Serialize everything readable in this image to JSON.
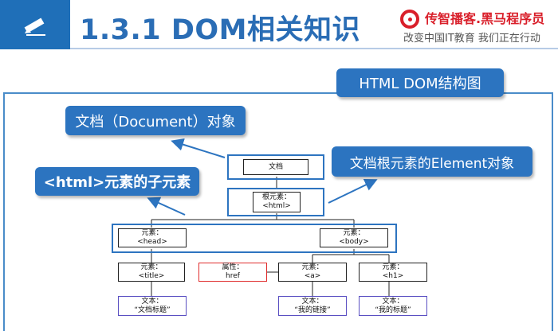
{
  "header": {
    "title": "1.3.1  DOM相关知识",
    "icon": "pencil-icon",
    "accent": "#1f6fb8"
  },
  "brand": {
    "name": "传智播客.黑马程序员",
    "tagline": "改变中国IT教育 我们正在行动",
    "color": "#d91f2a"
  },
  "tags": {
    "diagram_title": "HTML DOM结构图",
    "document_object": "文档（Document）对象",
    "html_children": "<html>元素的子元素",
    "root_element_object": "文档根元素的Element对象"
  },
  "tree": {
    "document": "文档",
    "root": {
      "line1": "根元素：",
      "line2": "<html>"
    },
    "head": {
      "line1": "元素：",
      "line2": "<head>"
    },
    "body": {
      "line1": "元素：",
      "line2": "<body>"
    },
    "title": {
      "line1": "元素：",
      "line2": "<title>"
    },
    "attribute": {
      "line1": "属性：",
      "line2": "href"
    },
    "a": {
      "line1": "元素：",
      "line2": "<a>"
    },
    "h1": {
      "line1": "元素：",
      "line2": "<h1>"
    },
    "text_title": {
      "line1": "文本：",
      "line2": "“文档标题”"
    },
    "text_link": {
      "line1": "文本：",
      "line2": "“我的链接”"
    },
    "text_h1": {
      "line1": "文本：",
      "line2": "“我的标题”"
    }
  },
  "colors": {
    "tag_background": "#2c74c0",
    "frame_border": "#4a8cc9",
    "attribute_border": "#e02d2d",
    "text_node_border": "#5a4fc2"
  }
}
